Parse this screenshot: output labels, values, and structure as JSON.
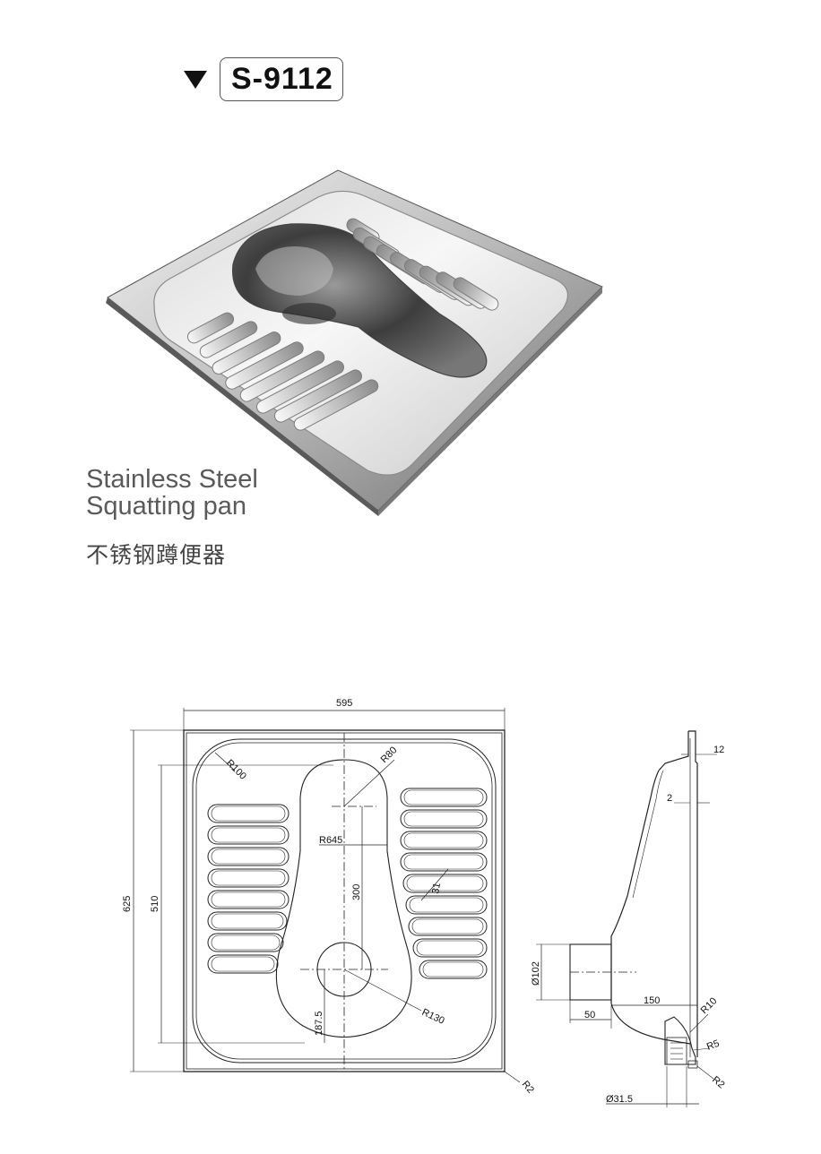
{
  "header": {
    "model": "S-9112",
    "marker_icon": "triangle-down-icon"
  },
  "product_image": {
    "icon": "squat-pan-photo"
  },
  "captions": {
    "english_line1": "Stainless Steel",
    "english_line2": "Squatting pan",
    "chinese": "不锈钢蹲便器"
  },
  "drawing": {
    "dims": {
      "width": "595",
      "length": "625",
      "inner_length": "510",
      "r100": "R100",
      "r80": "R80",
      "r645": "R645",
      "d300": "300",
      "d31": "31",
      "r130": "R130",
      "d187": "187.5",
      "r2": "R2",
      "d12": "12",
      "d2": "2",
      "d102": "Ø102",
      "d150": "150",
      "d50": "50",
      "r10": "R10",
      "r5": "R5",
      "r2_side": "R2",
      "d315": "Ø31.5"
    }
  }
}
